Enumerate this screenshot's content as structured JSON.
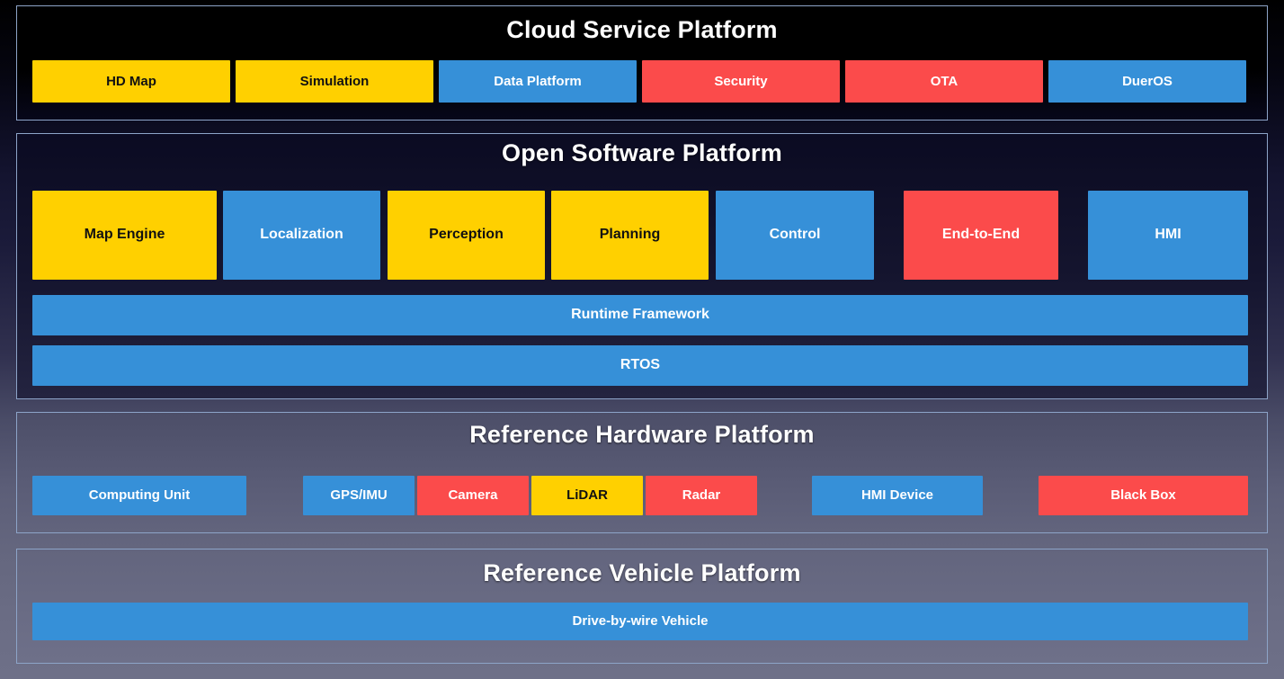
{
  "colors": {
    "yellow": "#FFD000",
    "blue": "#3690D8",
    "red": "#FB4B4B",
    "panel_border": "#8da4c8",
    "title_text": "#FFFFFF"
  },
  "layers": [
    {
      "id": "cloud-service-platform",
      "title": "Cloud Service Platform",
      "blocks": [
        {
          "label": "HD Map",
          "color": "yellow"
        },
        {
          "label": "Simulation",
          "color": "yellow"
        },
        {
          "label": "Data Platform",
          "color": "blue"
        },
        {
          "label": "Security",
          "color": "red"
        },
        {
          "label": "OTA",
          "color": "red"
        },
        {
          "label": "DuerOS",
          "color": "blue"
        }
      ]
    },
    {
      "id": "open-software-platform",
      "title": "Open Software Platform",
      "modules": [
        {
          "label": "Map Engine",
          "color": "yellow"
        },
        {
          "label": "Localization",
          "color": "blue"
        },
        {
          "label": "Perception",
          "color": "yellow"
        },
        {
          "label": "Planning",
          "color": "yellow"
        },
        {
          "label": "Control",
          "color": "blue"
        },
        {
          "label": "End-to-End",
          "color": "red"
        },
        {
          "label": "HMI",
          "color": "blue"
        }
      ],
      "bars": [
        {
          "label": "Runtime Framework",
          "color": "blue"
        },
        {
          "label": "RTOS",
          "color": "blue"
        }
      ]
    },
    {
      "id": "reference-hardware-platform",
      "title": "Reference Hardware Platform",
      "blocks": [
        {
          "label": "Computing Unit",
          "color": "blue"
        },
        {
          "label": "GPS/IMU",
          "color": "blue"
        },
        {
          "label": "Camera",
          "color": "red"
        },
        {
          "label": "LiDAR",
          "color": "yellow"
        },
        {
          "label": "Radar",
          "color": "red"
        },
        {
          "label": "HMI Device",
          "color": "blue"
        },
        {
          "label": "Black Box",
          "color": "red"
        }
      ]
    },
    {
      "id": "reference-vehicle-platform",
      "title": "Reference Vehicle Platform",
      "blocks": [
        {
          "label": "Drive-by-wire Vehicle",
          "color": "blue"
        }
      ]
    }
  ]
}
